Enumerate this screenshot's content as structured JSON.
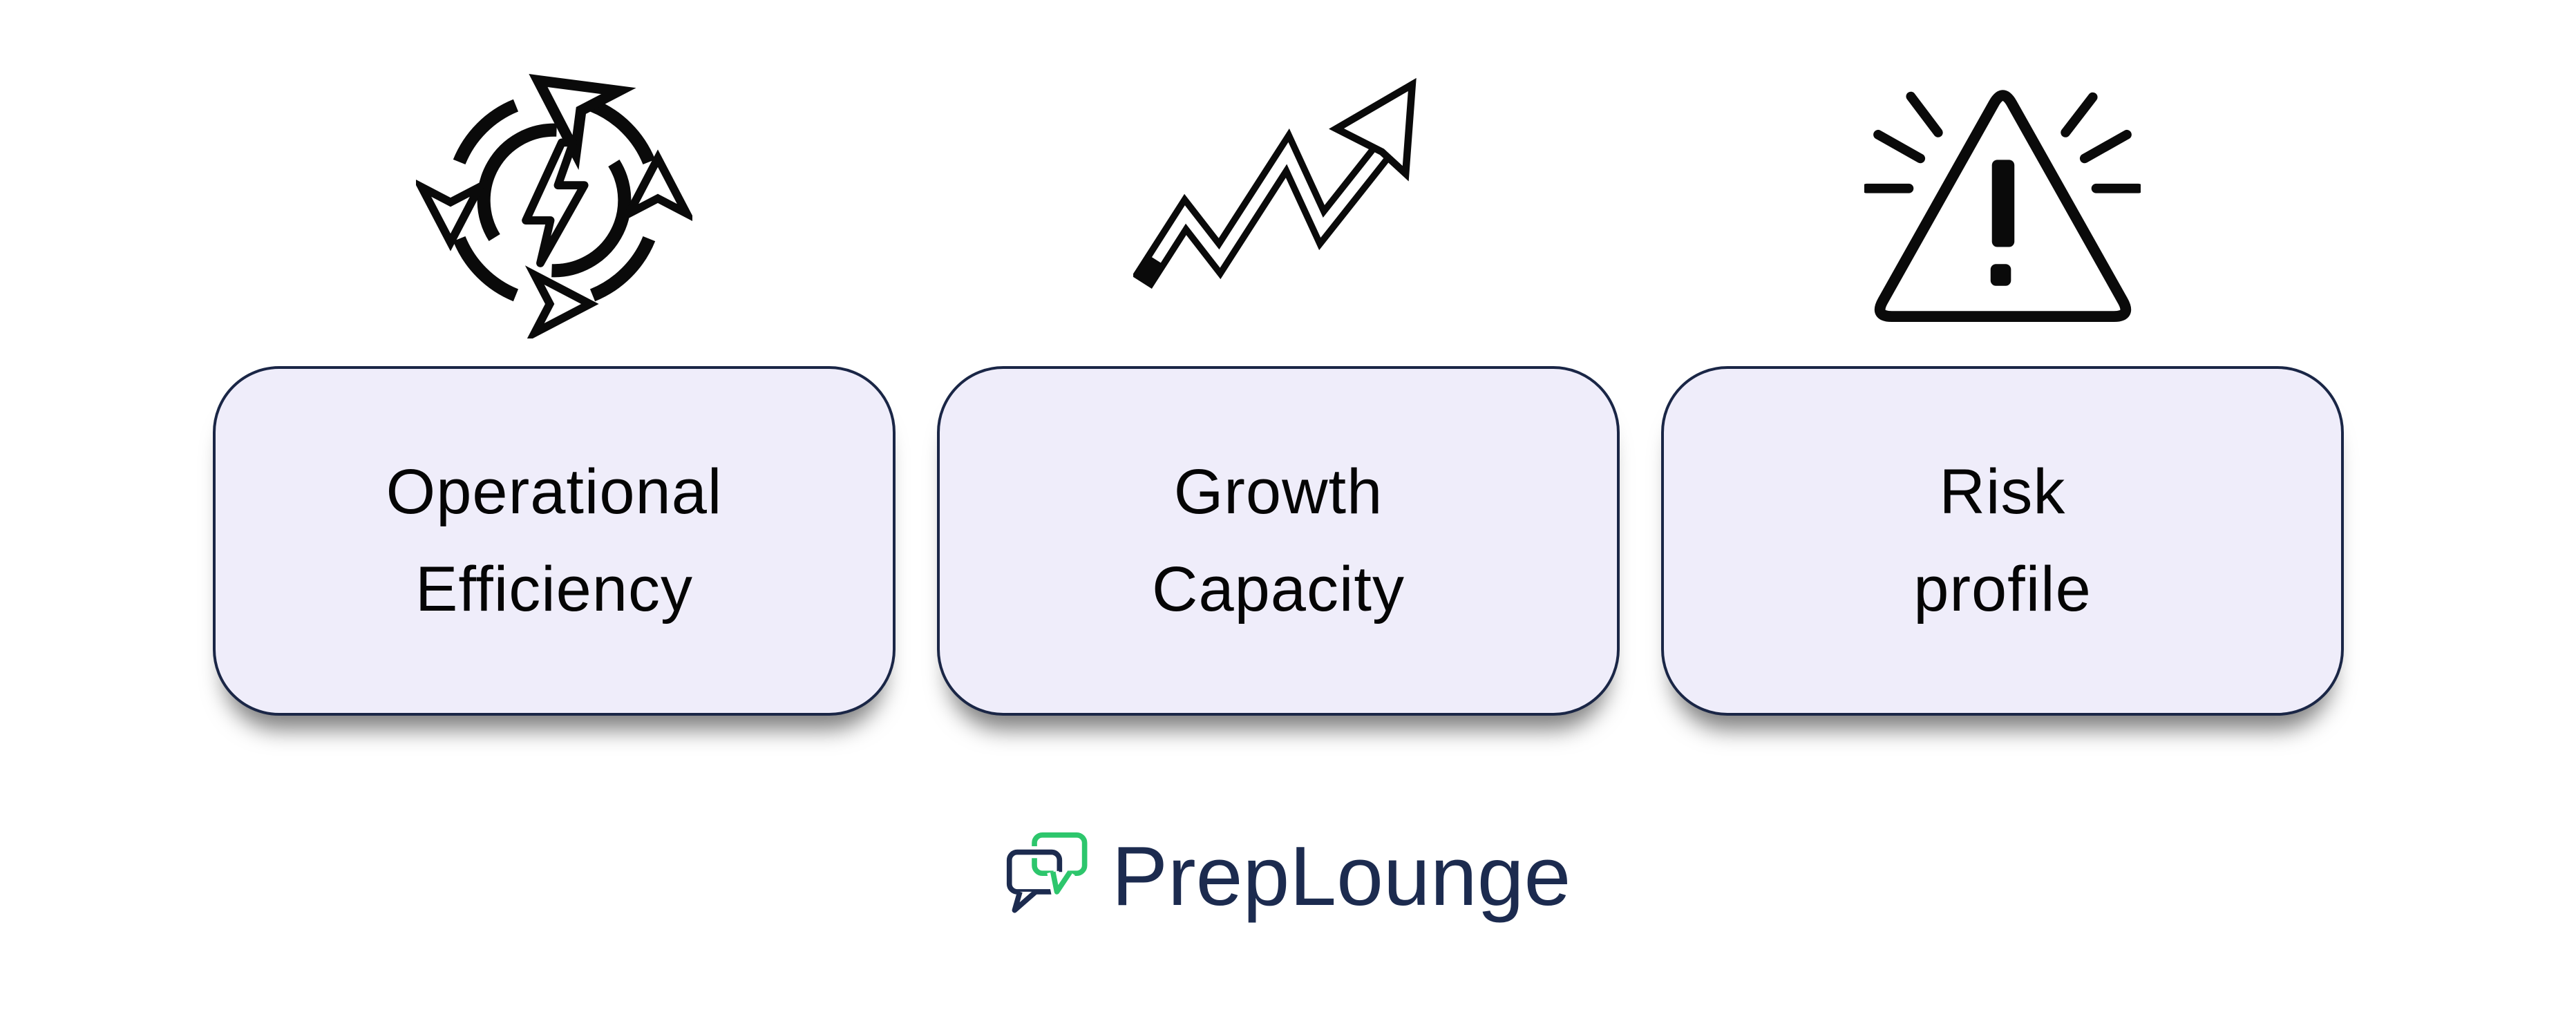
{
  "page": {
    "background": "#ffffff"
  },
  "cards": [
    {
      "icon": "cycle-bolt-icon",
      "line1": "Operational",
      "line2": "Efficiency"
    },
    {
      "icon": "growth-arrow-icon",
      "line1": "Growth",
      "line2": "Capacity"
    },
    {
      "icon": "warning-icon",
      "line1": "Risk",
      "line2": "profile"
    }
  ],
  "brand": {
    "name": "PrepLounge"
  },
  "colors": {
    "card_fill": "#efedfa",
    "card_border": "#1a2646",
    "label_text": "#050505",
    "icon_stroke": "#0a0a0a",
    "brand_navy": "#1c2b4f",
    "brand_green": "#2dc66c"
  }
}
